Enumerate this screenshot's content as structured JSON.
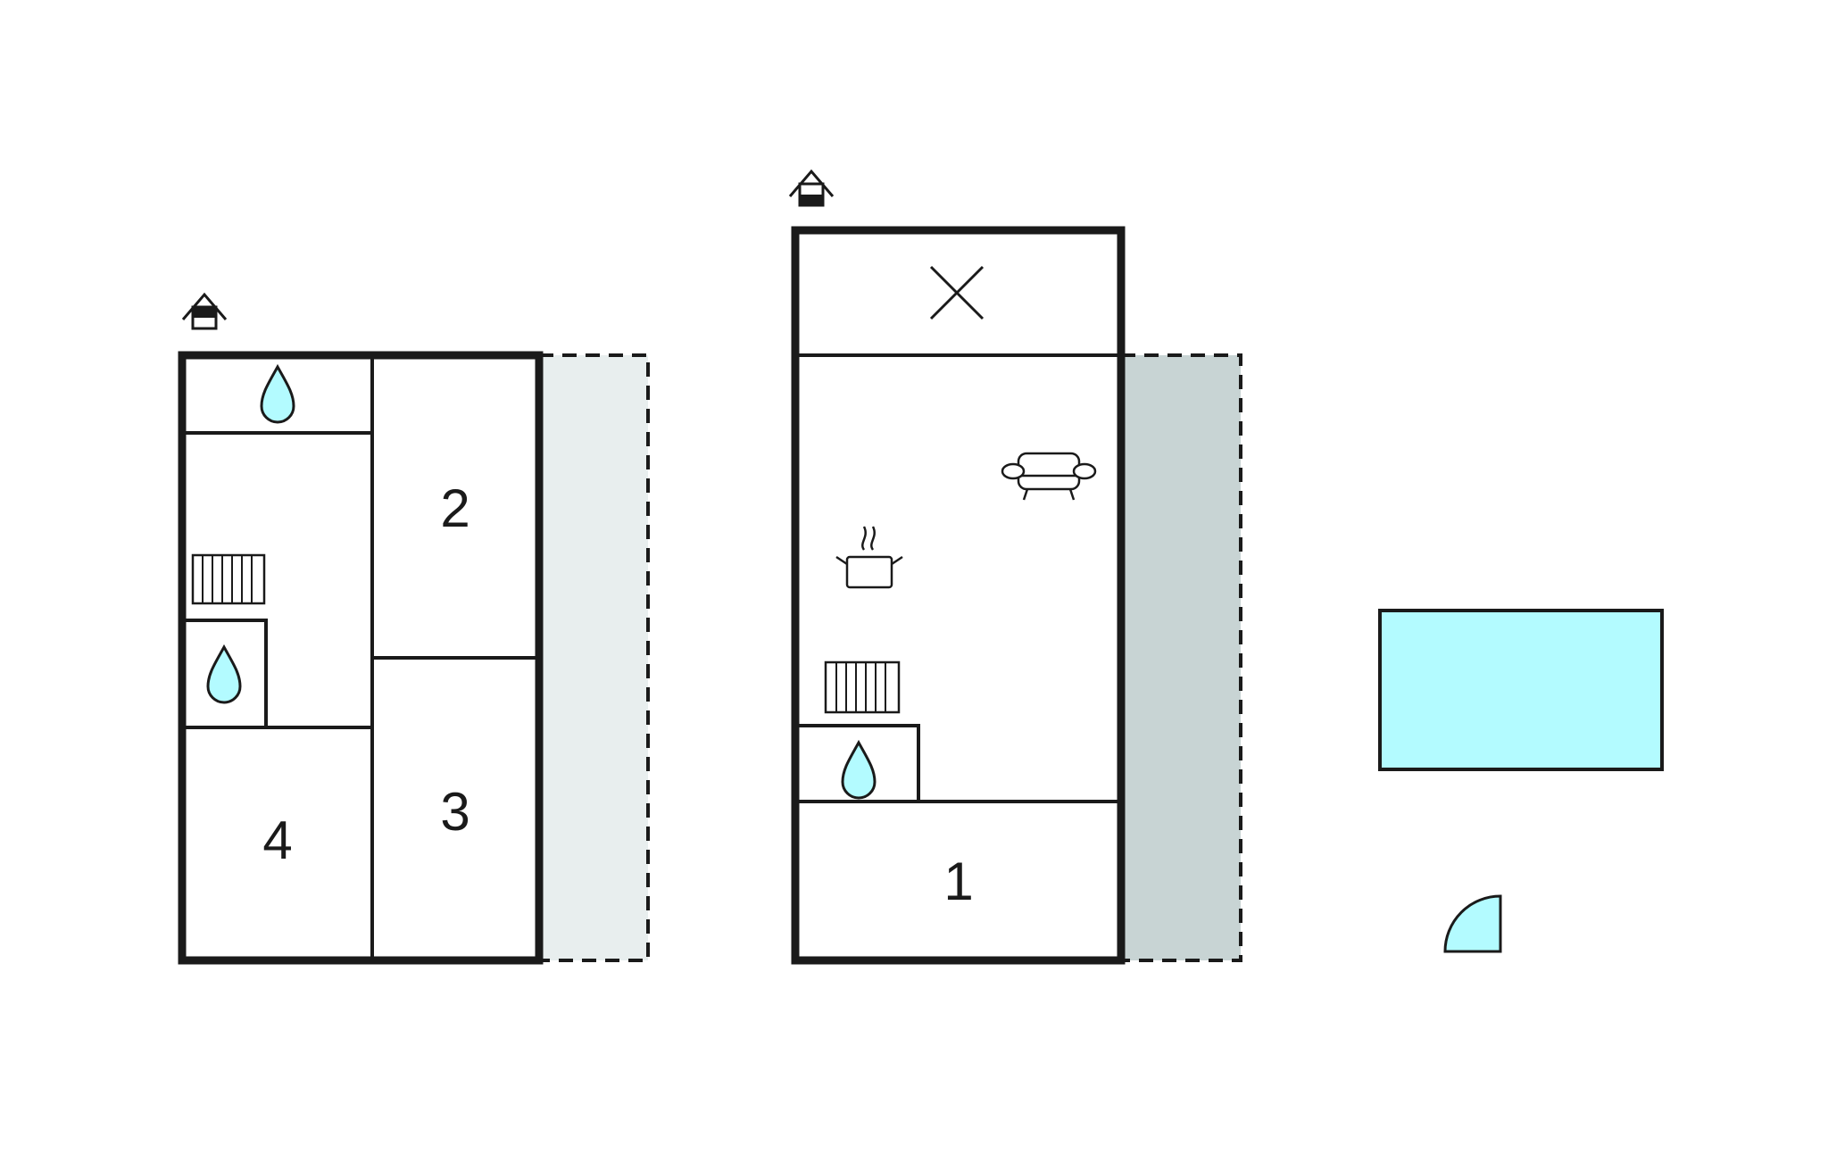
{
  "colors": {
    "wall": "#1a1a1a",
    "water": "#b3fbff",
    "terrace_light": "#e8eeee",
    "terrace_dark": "#c8d4d4",
    "pool": "#b3fbff",
    "background": "#ffffff"
  },
  "floors": [
    {
      "name": "upper-floor",
      "icons": [
        "stairs-icon",
        "bathroom-icon",
        "bathroom-icon",
        "radiator-icon"
      ],
      "rooms": [
        {
          "label": "2"
        },
        {
          "label": "3"
        },
        {
          "label": "4"
        }
      ]
    },
    {
      "name": "ground-floor",
      "icons": [
        "stairs-icon",
        "entrance-icon",
        "sofa-icon",
        "kitchen-icon",
        "radiator-icon",
        "bathroom-icon"
      ],
      "rooms": [
        {
          "label": "1"
        }
      ]
    }
  ],
  "outdoor": {
    "icons": [
      "pool-icon",
      "garden-icon"
    ]
  }
}
